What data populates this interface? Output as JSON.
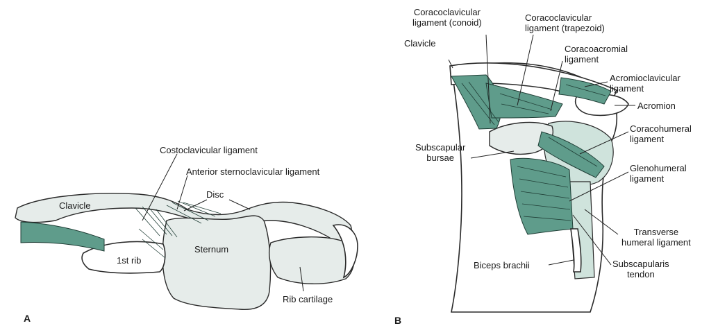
{
  "panel_a": {
    "letter": "A",
    "labels": {
      "costoclavicular": "Costoclavicular ligament",
      "anterior_sternoclavicular": "Anterior sternoclavicular ligament",
      "disc": "Disc",
      "clavicle": "Clavicle",
      "sternum": "Sternum",
      "first_rib": "1st rib",
      "rib_cartilage": "Rib cartilage"
    }
  },
  "panel_b": {
    "letter": "B",
    "labels": {
      "coracoclavicular_conoid_1": "Coracoclavicular",
      "coracoclavicular_conoid_2": "ligament (conoid)",
      "coracoclavicular_trapezoid_1": "Coracoclavicular",
      "coracoclavicular_trapezoid_2": "ligament (trapezoid)",
      "clavicle": "Clavicle",
      "coracoacromial_1": "Coracoacromial",
      "coracoacromial_2": "ligament",
      "acromioclavicular_1": "Acromioclavicular",
      "acromioclavicular_2": "ligament",
      "acromion": "Acromion",
      "coracohumeral_1": "Coracohumeral",
      "coracohumeral_2": "ligament",
      "subscapular_bursae_1": "Subscapular",
      "subscapular_bursae_2": "bursae",
      "glenohumeral_1": "Glenohumeral",
      "glenohumeral_2": "ligament",
      "transverse_humeral_1": "Transverse",
      "transverse_humeral_2": "humeral ligament",
      "biceps_brachii": "Biceps brachii",
      "subscapularis_tendon_1": "Subscapularis",
      "subscapularis_tendon_2": "tendon"
    }
  },
  "colors": {
    "ligament": "#5f9c8b",
    "ligament_light": "#cfe3dc",
    "outline": "#2a2a2a"
  }
}
